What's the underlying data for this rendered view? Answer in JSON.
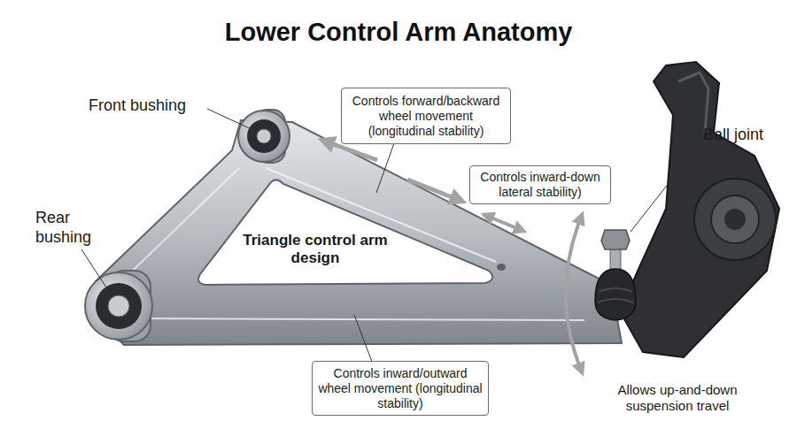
{
  "diagram": {
    "title": "Lower Control Arm Anatomy",
    "nodes": [
      {
        "text": [
          "Controls forward/backward wheel movement (longitudinal stability)"
        ]
      },
      {
        "text": [
          "Controls inward-down lateral stability)"
        ]
      },
      {
        "text": [
          "Controls inward/outward wheel movement (longitudinal stability)"
        ]
      }
    ],
    "labels": [
      "Front bushing",
      "Rear bushing",
      "Triangle control arm design",
      "Ball joint",
      "Allows up-and-down suspension travel"
    ]
  }
}
